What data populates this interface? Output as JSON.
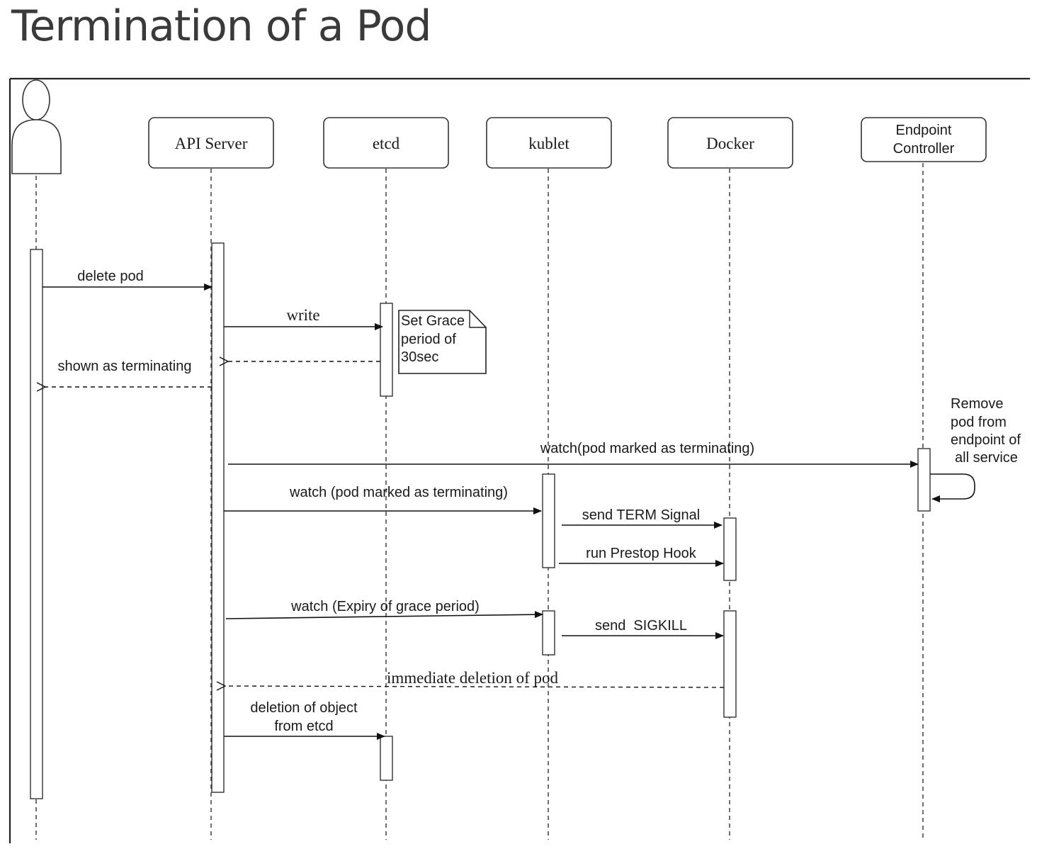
{
  "title": "Termination of a Pod",
  "participants": [
    {
      "id": "user",
      "label": ""
    },
    {
      "id": "api",
      "label": "API Server"
    },
    {
      "id": "etcd",
      "label": "etcd"
    },
    {
      "id": "kublet",
      "label": "kublet"
    },
    {
      "id": "docker",
      "label": "Docker"
    },
    {
      "id": "endpoint",
      "label_lines": [
        "Endpoint",
        "Controller"
      ]
    }
  ],
  "messages": [
    {
      "id": "delete-pod",
      "from": "user",
      "to": "api",
      "style": "solid",
      "label": [
        "delete pod"
      ]
    },
    {
      "id": "write",
      "from": "api",
      "to": "etcd",
      "style": "solid",
      "label": [
        "write"
      ]
    },
    {
      "id": "return-etcd",
      "from": "etcd",
      "to": "api",
      "style": "dashed",
      "label": []
    },
    {
      "id": "shown-terminating",
      "from": "api",
      "to": "user",
      "style": "dashed",
      "label": [
        "shown as terminating"
      ]
    },
    {
      "id": "watch-endpoint",
      "from": "api",
      "to": "endpoint",
      "style": "solid",
      "label": [
        "watch(pod marked as terminating)"
      ]
    },
    {
      "id": "self-remove",
      "from": "endpoint",
      "to": "endpoint",
      "style": "self",
      "label": []
    },
    {
      "id": "watch-kublet",
      "from": "api",
      "to": "kublet",
      "style": "solid",
      "label": [
        "watch (pod marked as terminating)"
      ]
    },
    {
      "id": "send-term",
      "from": "kublet",
      "to": "docker",
      "style": "solid",
      "label": [
        "send TERM Signal"
      ]
    },
    {
      "id": "run-prestop",
      "from": "kublet",
      "to": "docker",
      "style": "solid",
      "label": [
        "run Prestop Hook"
      ]
    },
    {
      "id": "watch-expiry",
      "from": "api",
      "to": "kublet",
      "style": "solid",
      "label": [
        "watch (Expiry of grace period)"
      ]
    },
    {
      "id": "send-sigkill",
      "from": "kublet",
      "to": "docker",
      "style": "solid",
      "label": [
        "send  SIGKILL"
      ]
    },
    {
      "id": "immediate-deletion",
      "from": "docker",
      "to": "api",
      "style": "dashed",
      "label": [
        "immediate deletion of pod"
      ]
    },
    {
      "id": "deletion-object",
      "from": "api",
      "to": "etcd",
      "style": "solid",
      "label": [
        "deletion of object",
        "from etcd"
      ]
    }
  ],
  "notes": {
    "grace": [
      "Set Grace",
      "period of",
      "30sec"
    ],
    "remove": [
      "Remove",
      "pod from",
      "endpoint of",
      "all service"
    ]
  }
}
